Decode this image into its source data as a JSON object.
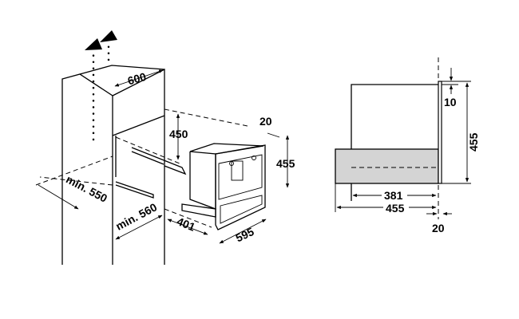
{
  "left_view": {
    "dim_width_top": "600",
    "dim_opening_height": "450",
    "dim_panel_depth": "20",
    "dim_appliance_height": "455",
    "dim_min_depth": "min. 550",
    "dim_min_width": "min. 560",
    "dim_appliance_depth": "401",
    "dim_appliance_width": "595"
  },
  "side_view": {
    "dim_top_gap": "10",
    "dim_height": "455",
    "dim_inner_depth": "381",
    "dim_total_depth": "455",
    "dim_panel": "20"
  },
  "colors": {
    "line": "#000000",
    "drawer_fill": "#d4d4d4"
  }
}
